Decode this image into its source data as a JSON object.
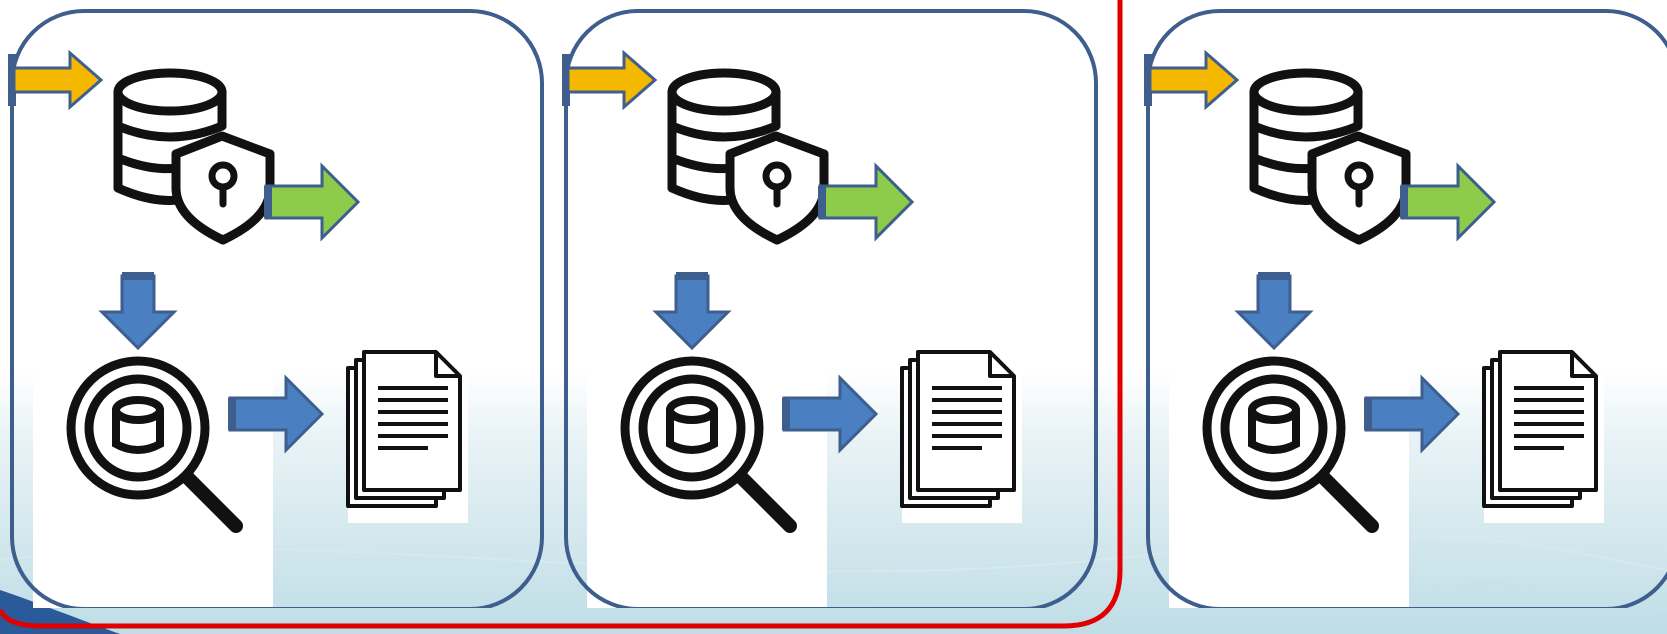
{
  "diagram": {
    "panel_count": 3,
    "selected_group": "panels 1-2",
    "icons": [
      "encrypted-database-icon",
      "database-search-icon",
      "documents-icon"
    ],
    "arrows": [
      {
        "role": "input",
        "direction": "right",
        "color": "#F5B800"
      },
      {
        "role": "output",
        "direction": "right",
        "color": "#8DCB4B"
      },
      {
        "role": "query",
        "direction": "down",
        "color": "#4A7FC1"
      },
      {
        "role": "result",
        "direction": "right",
        "color": "#4A7FC1"
      }
    ]
  },
  "colors": {
    "panel_border": "#3E5E8E",
    "selection_outline": "#E00000",
    "icon_stroke": "#111111"
  }
}
